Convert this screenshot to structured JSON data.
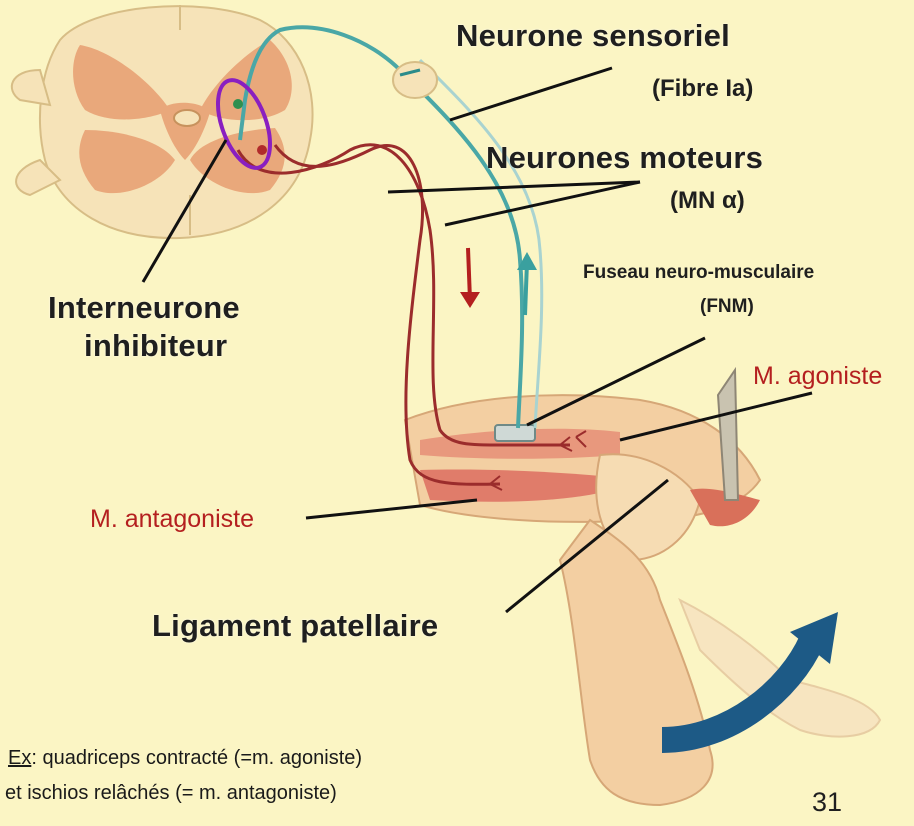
{
  "labels": {
    "sensory_neuron": "Neurone sensoriel",
    "fiber": "(Fibre Ia)",
    "motor_neurons": "Neurones moteurs",
    "mn_alpha": "(MN α)",
    "spindle": "Fuseau neuro-musculaire",
    "spindle_abbr": "(FNM)",
    "agonist": "M. agoniste",
    "interneuron_line1": "Interneurone",
    "interneuron_line2": "inhibiteur",
    "antagonist": "M. antagoniste",
    "ligament": "Ligament patellaire"
  },
  "note": {
    "ex_label": "Ex",
    "line1_rest": ": quadriceps contracté (=m. agoniste)",
    "line2": "et ischios relâchés (= m. antagoniste)"
  },
  "page_number": "31",
  "colors": {
    "background": "#fbf5c4",
    "sensory_fiber": "#4aa7a6",
    "motor_fiber": "#9b2c2c",
    "highlight_ellipse": "#8a1fc0",
    "motion_arrow": "#1d5a86",
    "label_red": "#b41f1f"
  }
}
